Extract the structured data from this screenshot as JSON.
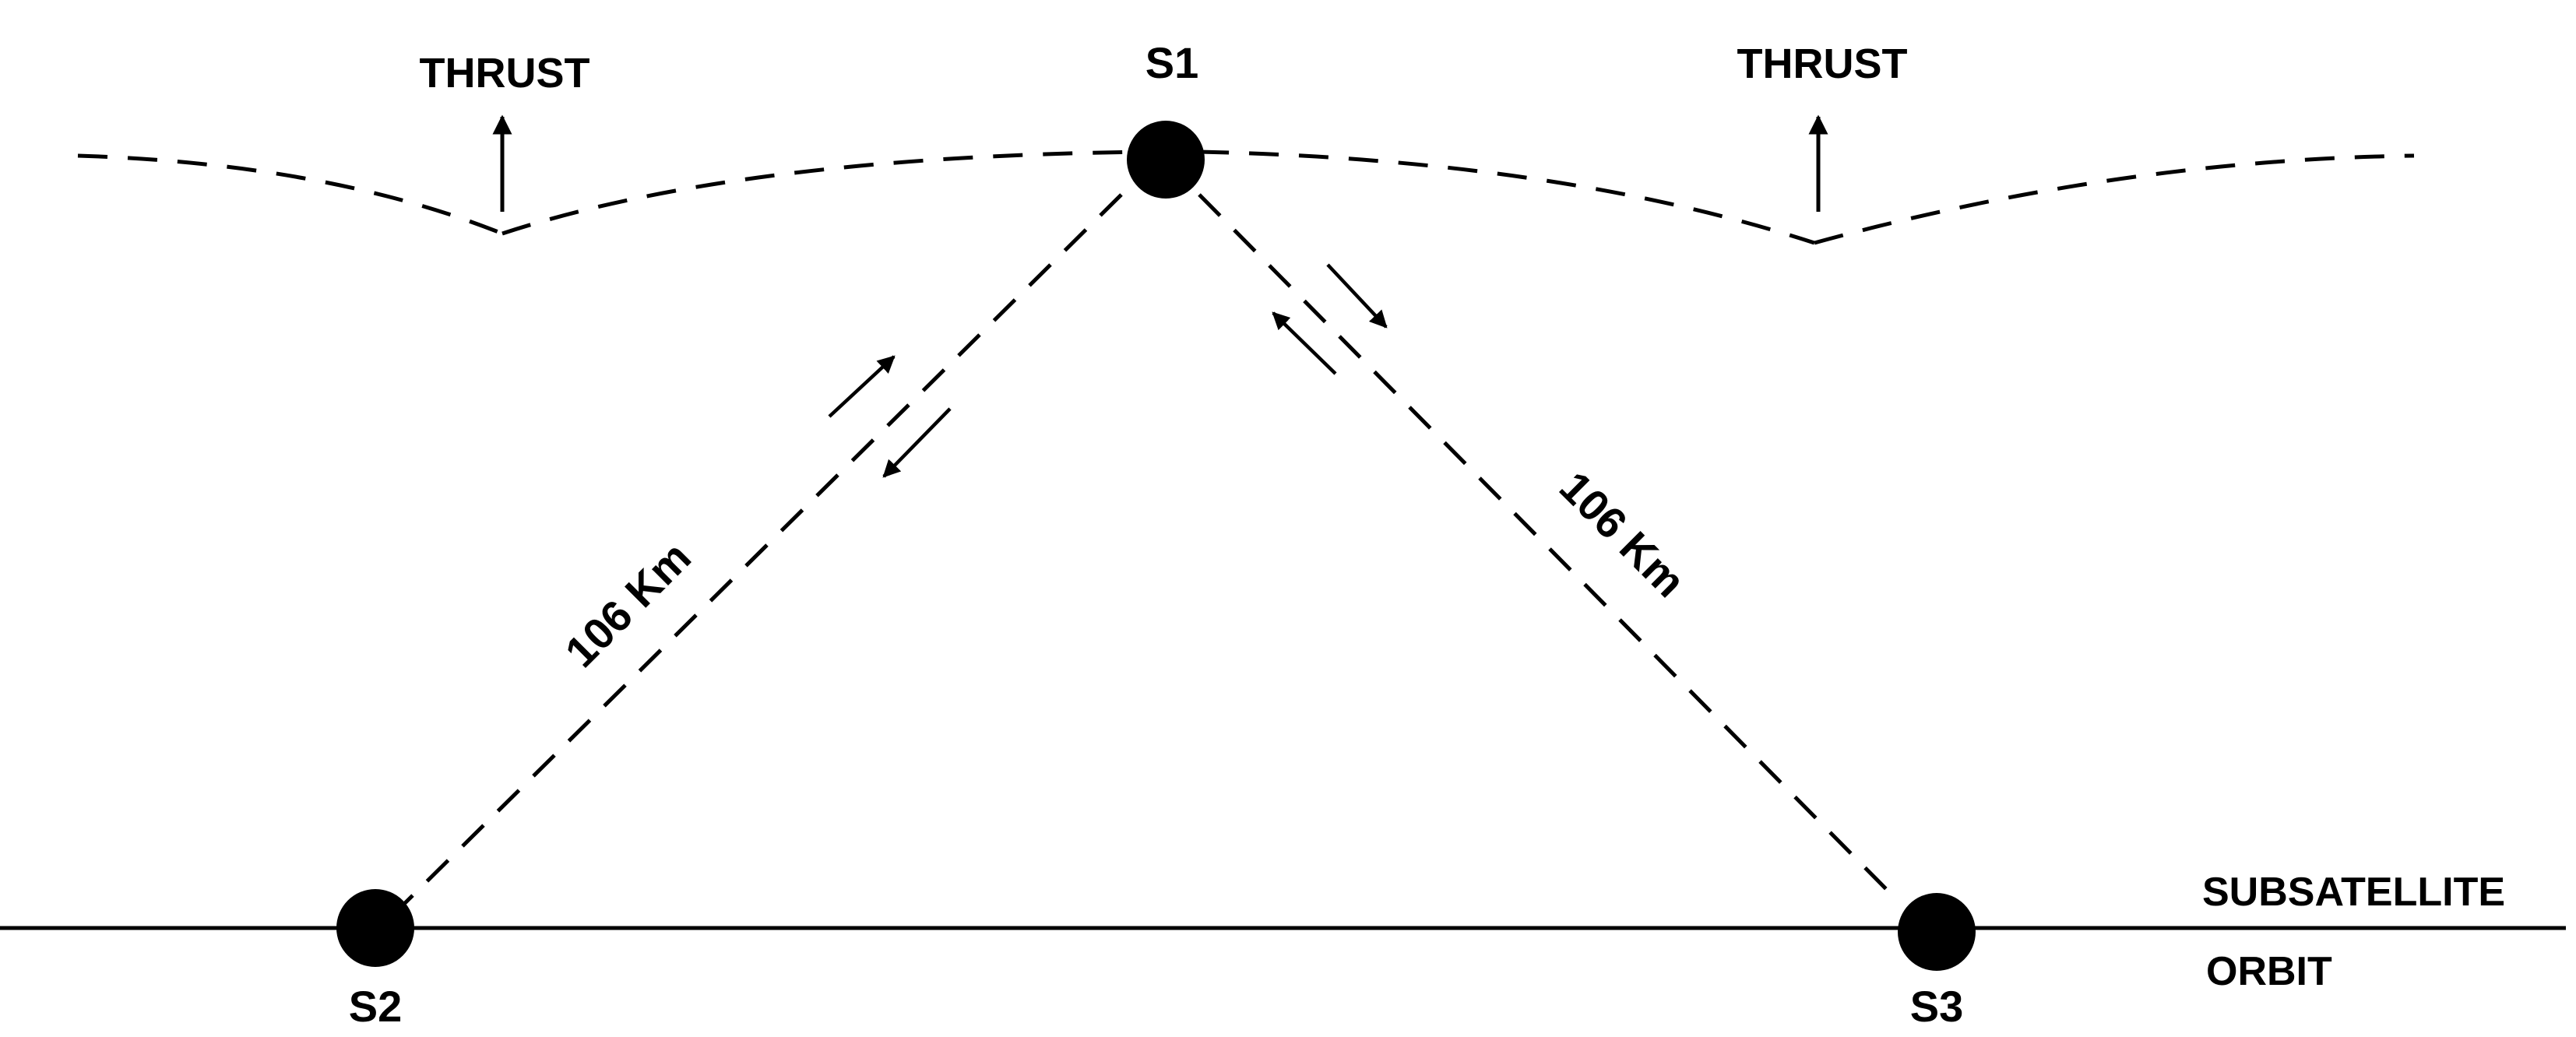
{
  "diagram": {
    "satellites": {
      "s1": "S1",
      "s2": "S2",
      "s3": "S3"
    },
    "thrust": {
      "left": "THRUST",
      "right": "THRUST"
    },
    "distances": {
      "left": "106 Km",
      "right": "106 Km"
    },
    "orbit_label": {
      "line1": "SUBSATELLITE",
      "line2": "ORBIT"
    }
  }
}
